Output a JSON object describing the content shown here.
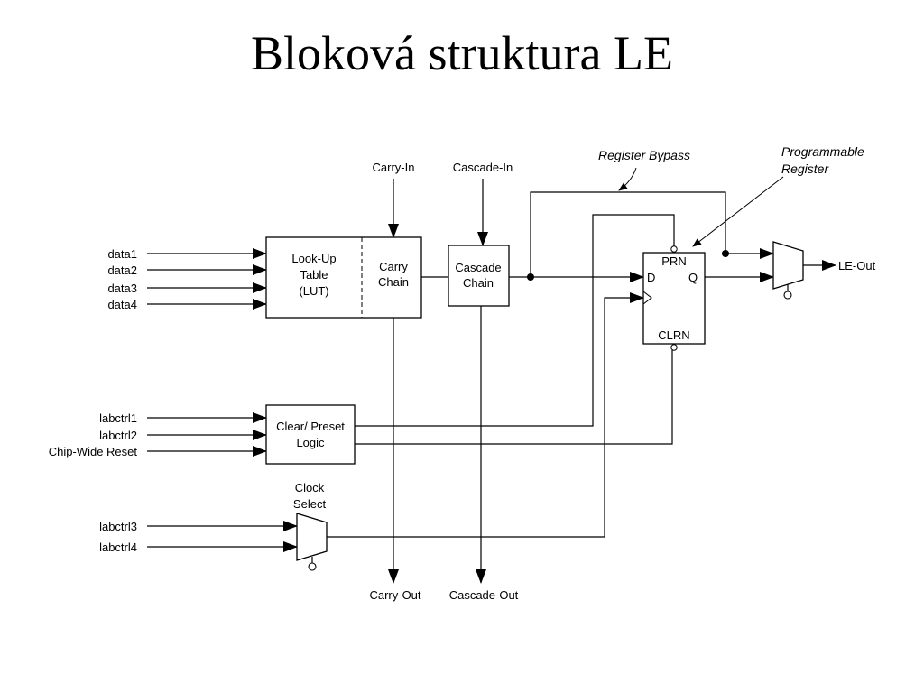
{
  "title": "Bloková struktura LE",
  "diagram": {
    "inputs": {
      "data1": "data1",
      "data2": "data2",
      "data3": "data3",
      "data4": "data4",
      "labctrl1": "labctrl1",
      "labctrl2": "labctrl2",
      "chip_wide_reset": "Chip-Wide Reset",
      "labctrl3": "labctrl3",
      "labctrl4": "labctrl4"
    },
    "top_signals": {
      "carry_in": "Carry-In",
      "cascade_in": "Cascade-In"
    },
    "bottom_signals": {
      "carry_out": "Carry-Out",
      "cascade_out": "Cascade-Out"
    },
    "blocks": {
      "lut": [
        "Look-Up",
        "Table",
        "(LUT)"
      ],
      "carry_chain": [
        "Carry",
        "Chain"
      ],
      "cascade_chain": [
        "Cascade",
        "Chain"
      ],
      "clear_preset": [
        "Clear/ Preset",
        "Logic"
      ],
      "clock_select": [
        "Clock",
        "Select"
      ]
    },
    "register": {
      "prn": "PRN",
      "d": "D",
      "q": "Q",
      "clrn": "CLRN"
    },
    "annotations": {
      "register_bypass": "Register Bypass",
      "programmable_register": [
        "Programmable",
        "Register"
      ]
    },
    "output": "LE-Out"
  }
}
